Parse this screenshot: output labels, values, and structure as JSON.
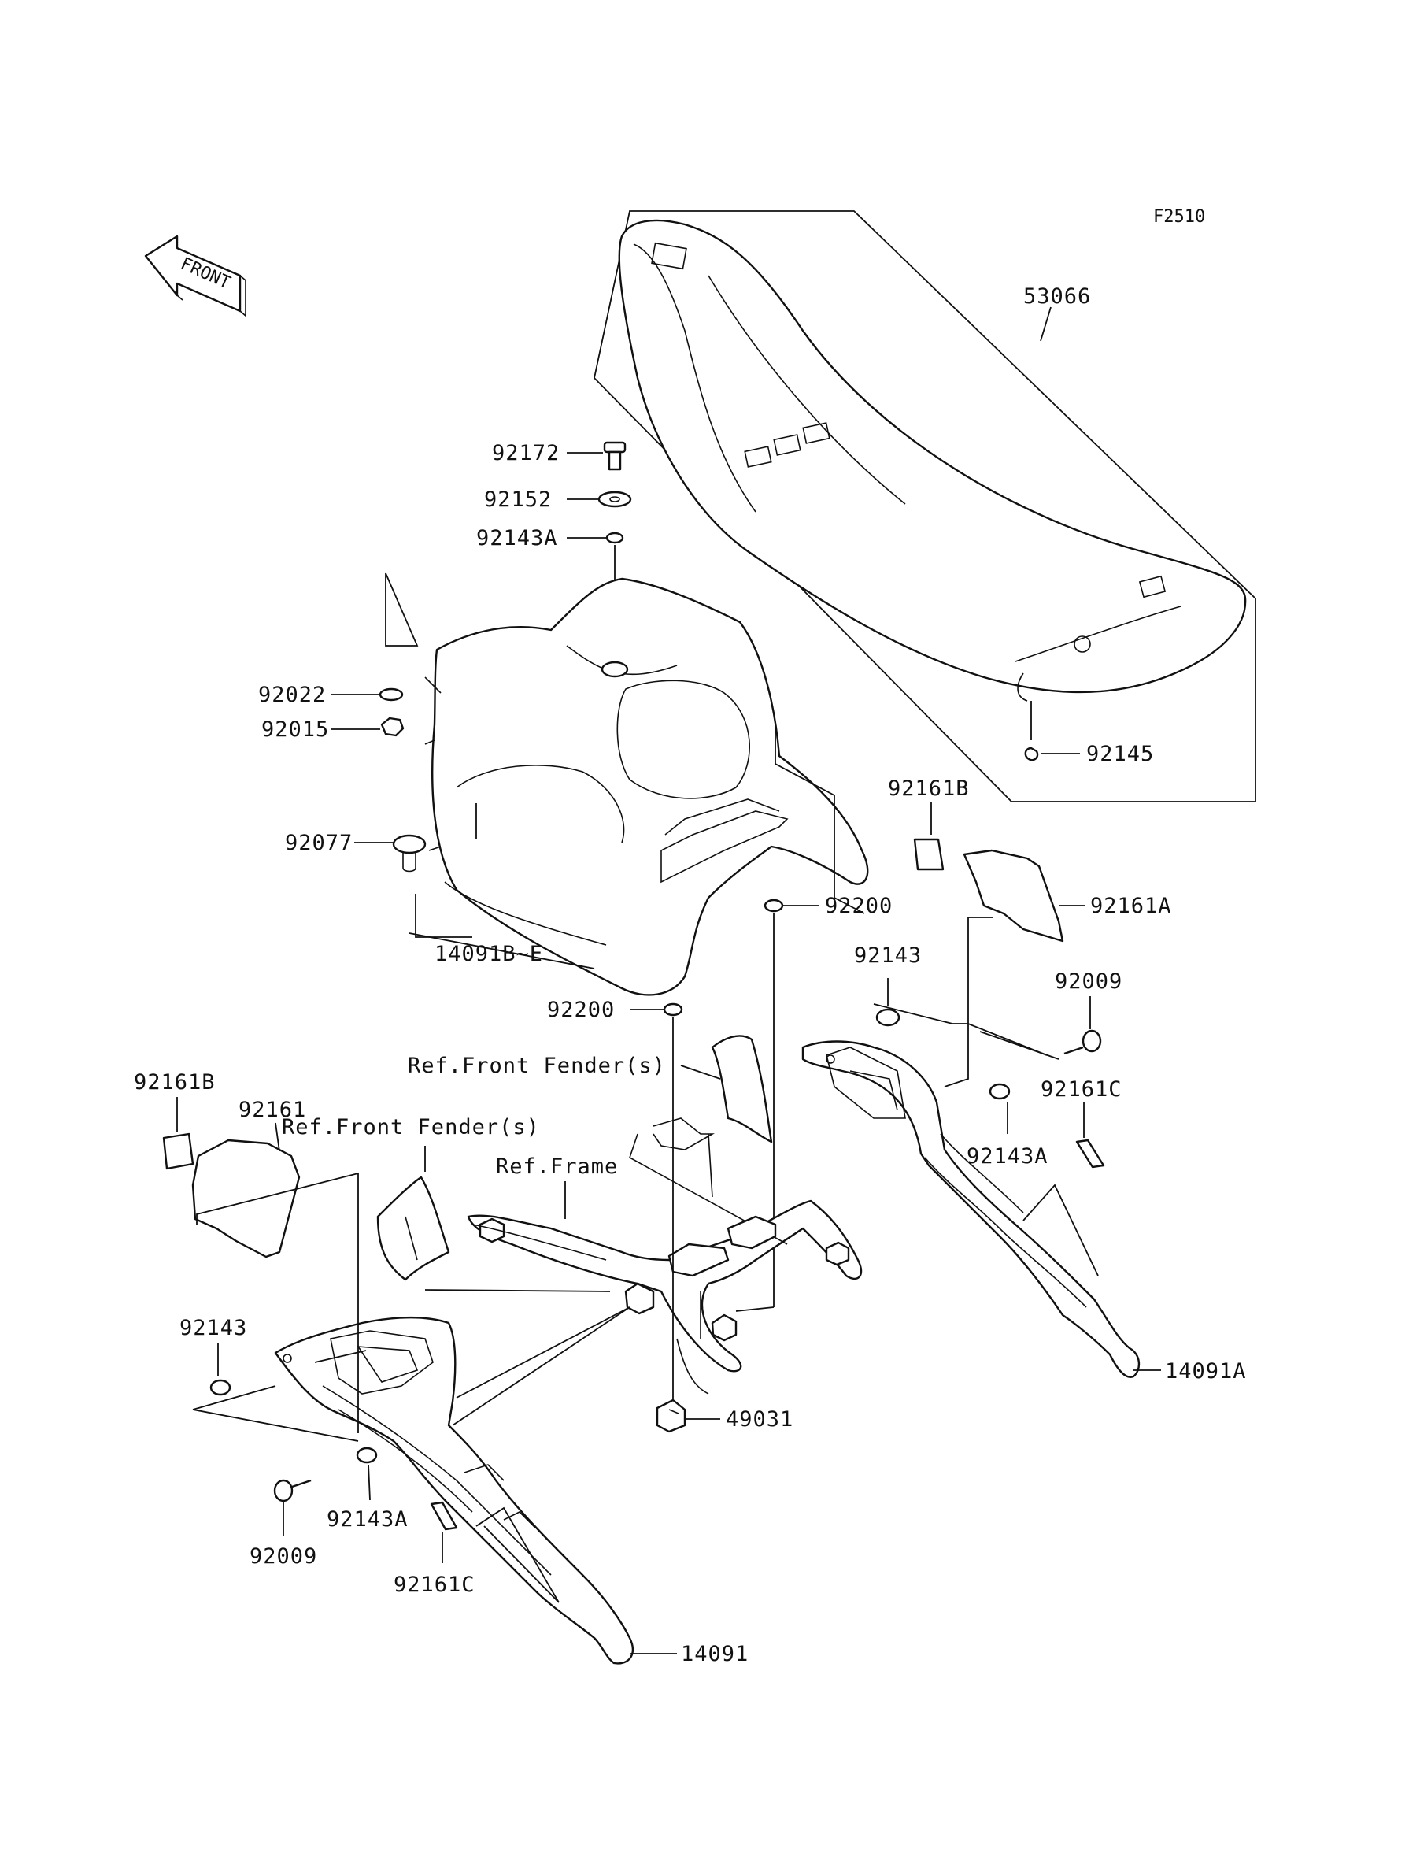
{
  "figure_code": "F2510",
  "orientation_arrow": {
    "label": "FRONT",
    "icon": "front-arrow-icon"
  },
  "labels": {
    "p53066": "53066",
    "p92172": "92172",
    "p92152": "92152",
    "p92143A_top": "92143A",
    "p92022": "92022",
    "p92015": "92015",
    "p92145": "92145",
    "p92161B_right": "92161B",
    "p92077": "92077",
    "p92200_upper": "92200",
    "p92161A": "92161A",
    "p14091BE": "14091B~E",
    "p92143_right": "92143",
    "p92009_right": "92009",
    "p92200_lower": "92200",
    "ref_front_fender_right": "Ref.Front Fender(s)",
    "p92161C_right": "92161C",
    "p92161B_left": "92161B",
    "p92161": "92161",
    "ref_front_fender_left": "Ref.Front Fender(s)",
    "p92143A_right": "92143A",
    "ref_frame": "Ref.Frame",
    "p14091A": "14091A",
    "p92143_left": "92143",
    "p49031": "49031",
    "p92143A_left": "92143A",
    "p92009_left": "92009",
    "p92161C_left": "92161C",
    "p14091": "14091"
  }
}
